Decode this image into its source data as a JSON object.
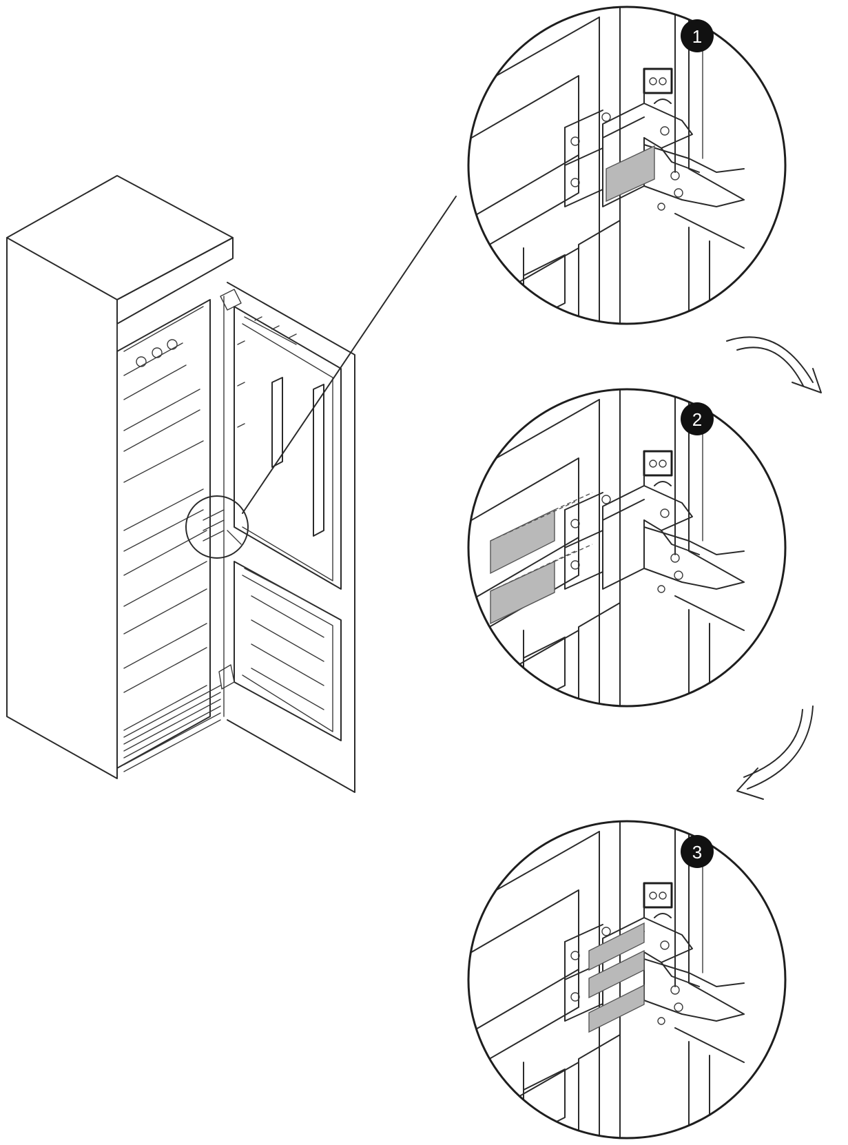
{
  "colors": {
    "line": "#2a2a2a",
    "shim": "#b9b9b9",
    "badge": "#111111",
    "background": "#ffffff"
  },
  "steps": [
    {
      "number": "1",
      "action": "one-shim-fitted"
    },
    {
      "number": "2",
      "action": "two-shims-inserting"
    },
    {
      "number": "3",
      "action": "shims-fitted-under-hinge"
    }
  ],
  "arrows": [
    "arrow-step1-to-step2",
    "arrow-step2-to-step3"
  ]
}
